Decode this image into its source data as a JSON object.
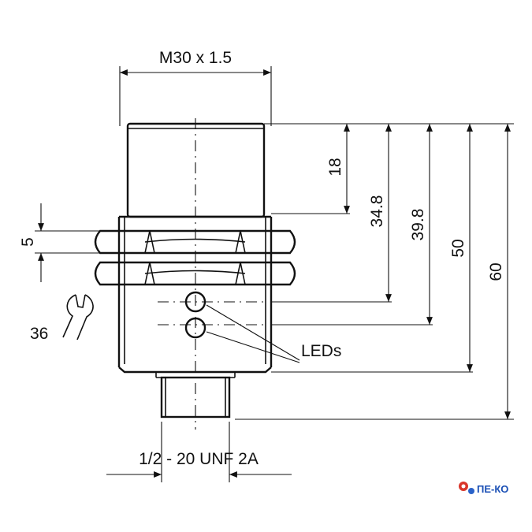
{
  "labels": {
    "thread_top": "M30 x 1.5",
    "thread_bottom": "1/2 - 20 UNF 2A",
    "nut_thickness": "5",
    "wrench_size": "36",
    "leds": "LEDs"
  },
  "dimensions": [
    "18",
    "34.8",
    "39.8",
    "50",
    "60"
  ],
  "logo": {
    "text": "ПЕ-КО"
  },
  "colors": {
    "line": "#111111",
    "logo_text": "#1a4fb5",
    "logo_gear_red": "#d9362b",
    "logo_gear_blue": "#2a62c9"
  }
}
